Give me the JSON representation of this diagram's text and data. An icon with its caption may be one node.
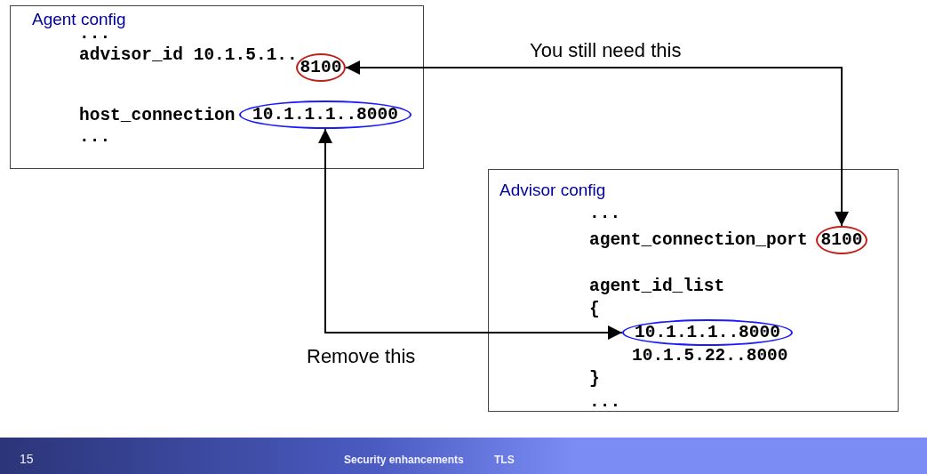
{
  "diagram": {
    "nodes": [
      {
        "text": [
          "Agent config",
          "...",
          "advisor_id 10.1.5.1..",
          "host_connection",
          "..."
        ]
      },
      {
        "text": [
          "8100"
        ],
        "in": 0
      },
      {
        "text": [
          "10.1.1.1..8000"
        ],
        "in": 0
      },
      {
        "text": [
          "Advisor config",
          "...",
          "agent_connection_port",
          "agent_id_list",
          "{",
          "10.1.5.22..8000",
          "}",
          "..."
        ]
      },
      {
        "text": [
          "8100"
        ],
        "in": 3
      },
      {
        "text": [
          "10.1.1.1..8000"
        ],
        "in": 3
      }
    ],
    "edges": [
      {
        "from": 1,
        "to": 4,
        "arrow": "both",
        "label": "You still need this"
      },
      {
        "from": 2,
        "to": 5,
        "arrow": "both",
        "label": "Remove this"
      }
    ],
    "labels": [
      "15",
      "Security enhancements",
      "TLS"
    ]
  }
}
